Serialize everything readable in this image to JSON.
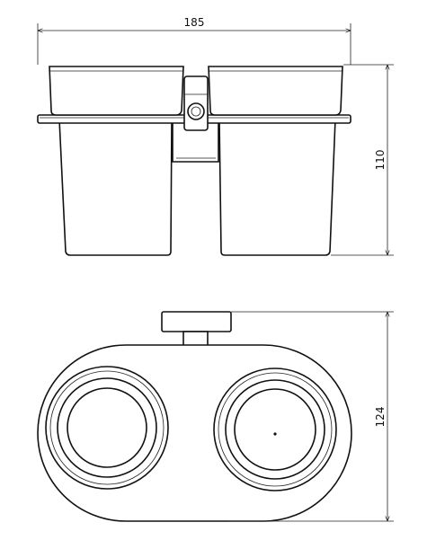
{
  "dimensions": {
    "width": "185",
    "height_front": "110",
    "depth_top": "124"
  },
  "colors": {
    "line": "#111111",
    "background": "#ffffff"
  }
}
